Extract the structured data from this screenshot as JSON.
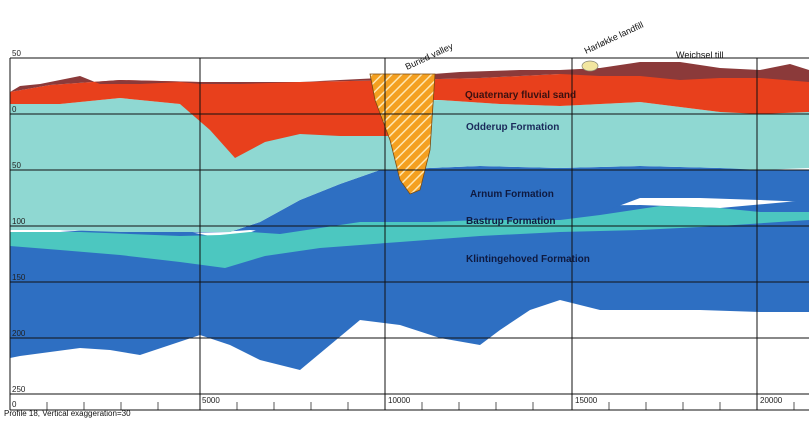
{
  "figure": {
    "caption": "Profile 18, Vertical exaggeration=30"
  },
  "units": [
    {
      "id": "quaternary",
      "label": "Quaternary fluvial sand",
      "color": "#e8401c"
    },
    {
      "id": "odderup",
      "label": "Odderup Formation",
      "color": "#8fd8d2"
    },
    {
      "id": "arnum",
      "label": "Arnum Formation",
      "color": "#2e6fc2"
    },
    {
      "id": "bastrup",
      "label": "Bastrup Formation",
      "color": "#4cc7c0"
    },
    {
      "id": "klintinghoved",
      "label": "Klintingehoved Formation",
      "color": "#2e6fc2"
    }
  ],
  "callouts": [
    {
      "id": "buried-valley",
      "label": "Buried valley"
    },
    {
      "id": "landfill",
      "label": "Harløkke landfill"
    },
    {
      "id": "weichsel",
      "label": "Weichsel till"
    }
  ],
  "y_ticks": [
    "50",
    "0",
    "50",
    "100",
    "150",
    "200",
    "250"
  ],
  "x_ticks": [
    "0",
    "5000",
    "10000",
    "15000",
    "20000"
  ],
  "colors": {
    "surface_till": "#8b3a3a",
    "landfill": "#f2e6a0",
    "valley_fill": "#f4a020",
    "grid": "#111111"
  }
}
